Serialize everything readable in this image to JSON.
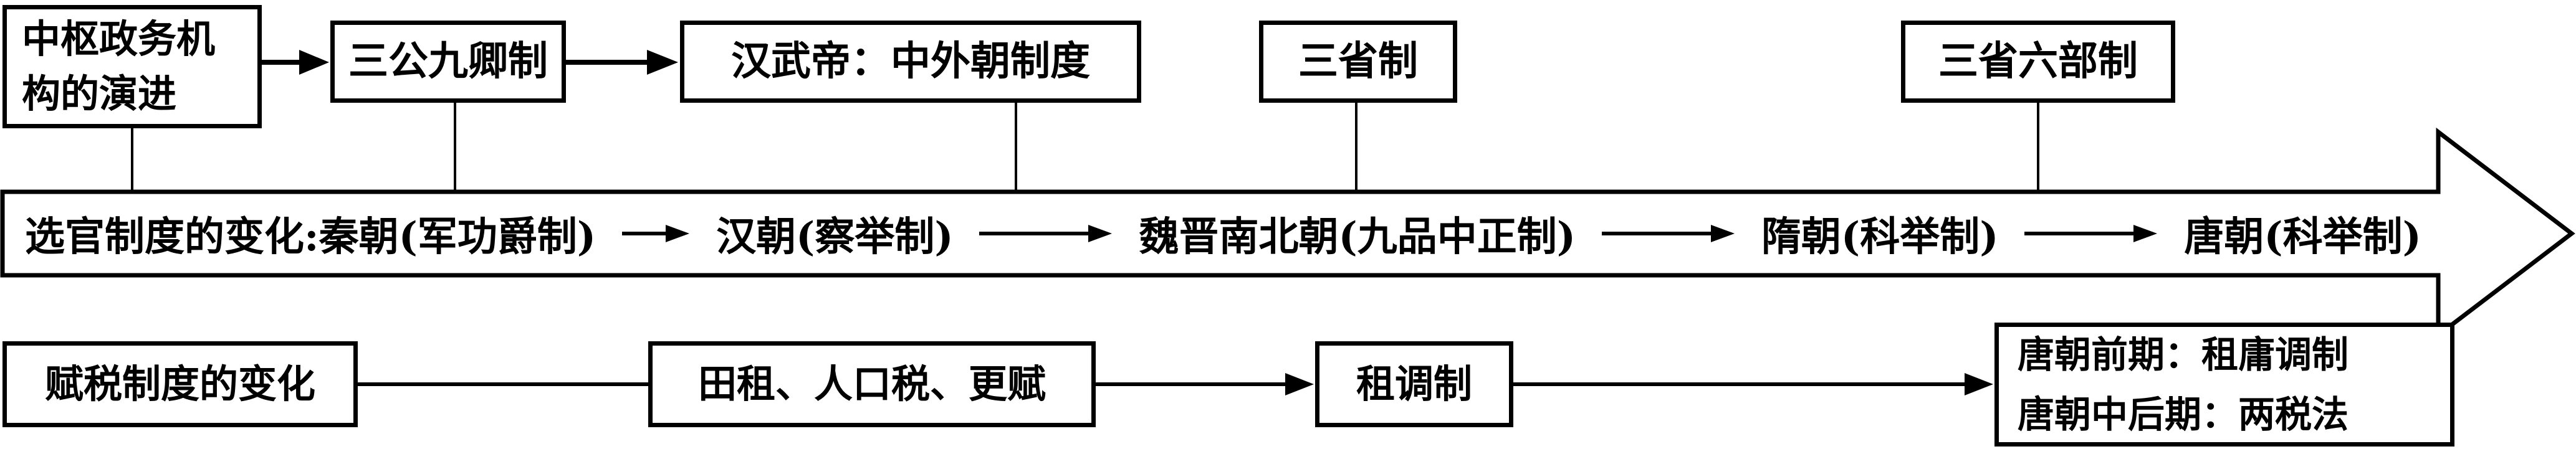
{
  "colors": {
    "ink": "#000000",
    "background": "#ffffff"
  },
  "central_institutions": {
    "header_box": {
      "line1": "中枢政务机",
      "line2": "构的演进"
    },
    "stages": [
      {
        "label": "三公九卿制"
      },
      {
        "label": "汉武帝：中外朝制度"
      },
      {
        "label": "三省制"
      },
      {
        "label": "三省六部制"
      }
    ]
  },
  "official_selection": {
    "prefix": "选官制度的变化:",
    "stages": [
      "秦朝(军功爵制)",
      "汉朝(察举制)",
      "魏晋南北朝(九品中正制)",
      "隋朝(科举制)",
      "唐朝(科举制)"
    ]
  },
  "taxation": {
    "header_box": {
      "label": "赋税制度的变化"
    },
    "stages": [
      {
        "label": "田租、人口税、更赋"
      },
      {
        "label": "租调制"
      },
      {
        "line1": "唐朝前期：租庸调制",
        "line2": "唐朝中后期：两税法"
      }
    ]
  }
}
